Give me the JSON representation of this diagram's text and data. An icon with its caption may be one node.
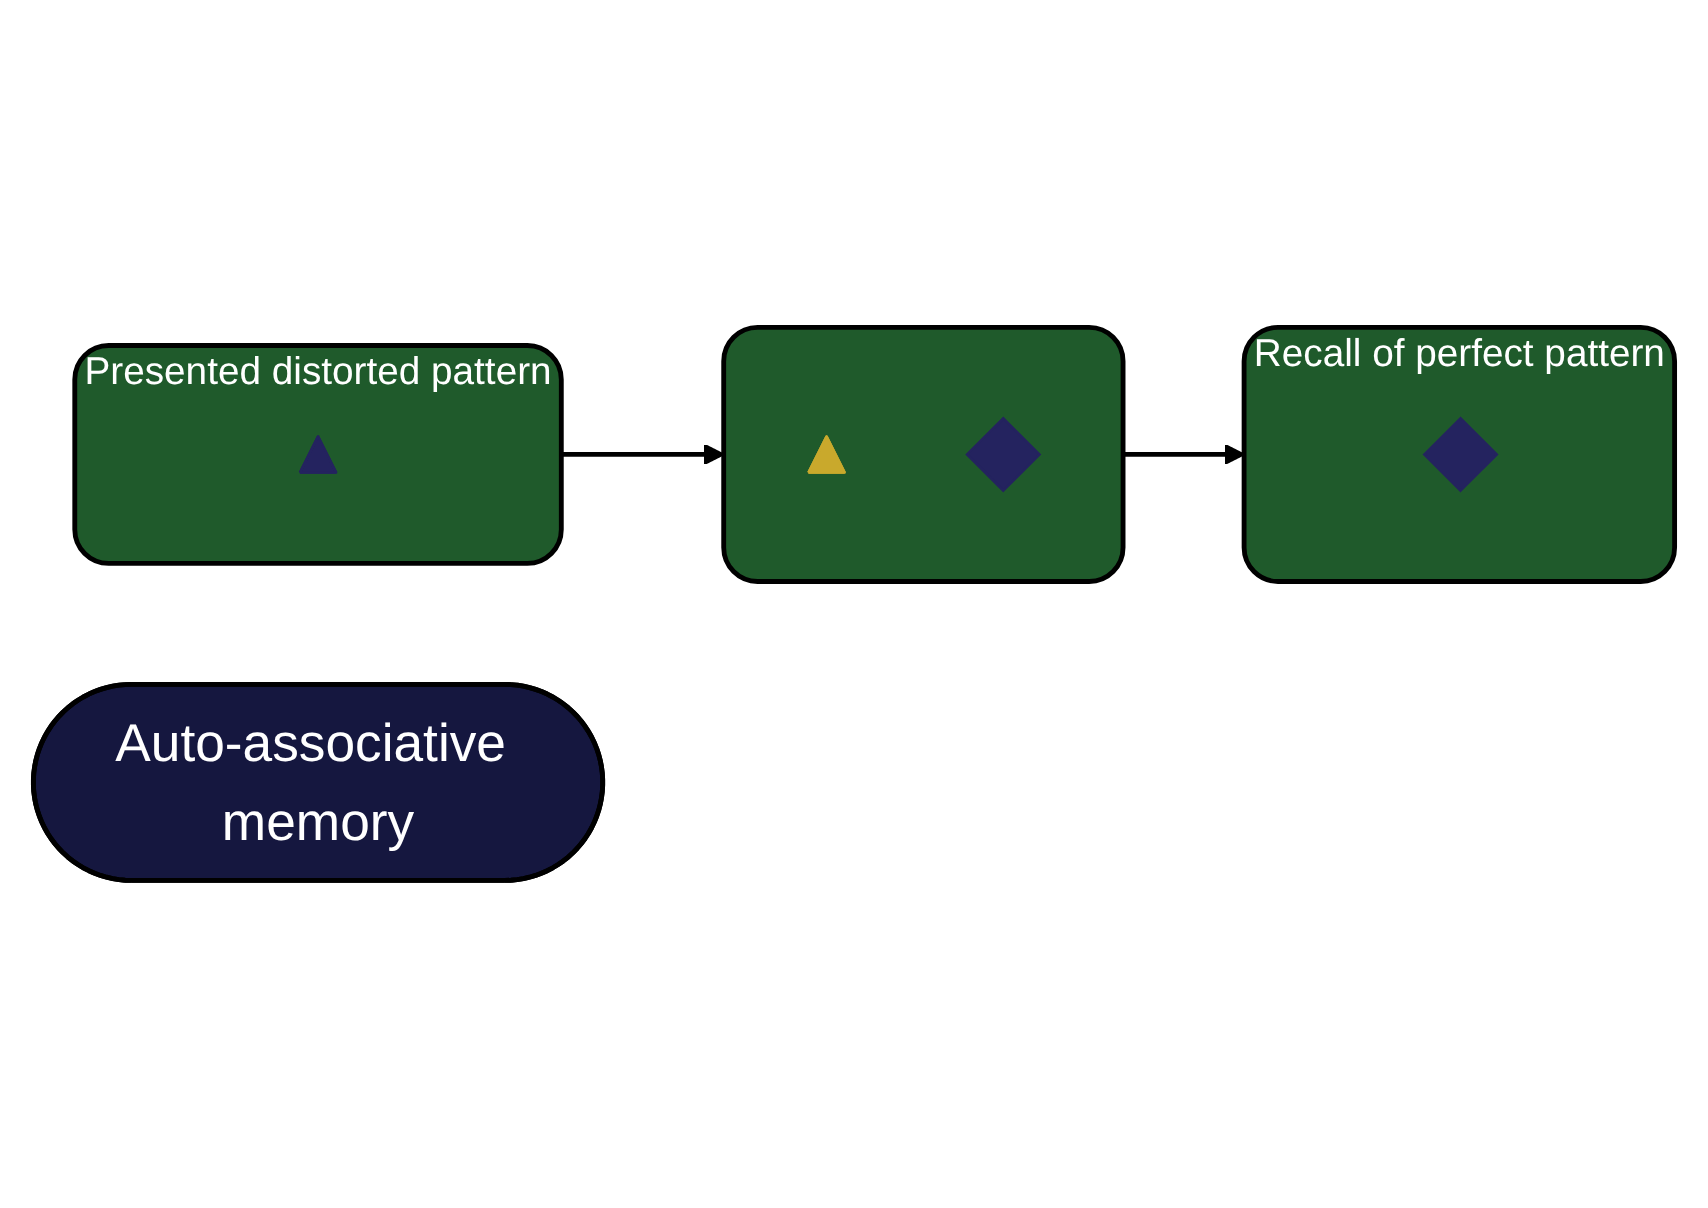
{
  "diagram": {
    "nodes": [
      {
        "text": [
          "Presented distorted pattern"
        ]
      },
      {
        "text": [],
        "shape": "triangle",
        "in": 0
      },
      {
        "text": [],
        "shape": "box"
      },
      {
        "text": [],
        "shape": "triangle",
        "in": 2
      },
      {
        "text": [],
        "shape": "diamond",
        "in": 2
      },
      {
        "text": [
          "Recall of perfect pattern"
        ]
      },
      {
        "text": [],
        "shape": "diamond",
        "in": 5
      },
      {
        "text": [
          "Auto-associative memory"
        ]
      }
    ],
    "edges": [
      {
        "from": 0,
        "to": 2,
        "arrow": "to"
      },
      {
        "from": 2,
        "to": 5,
        "arrow": "to"
      }
    ]
  }
}
